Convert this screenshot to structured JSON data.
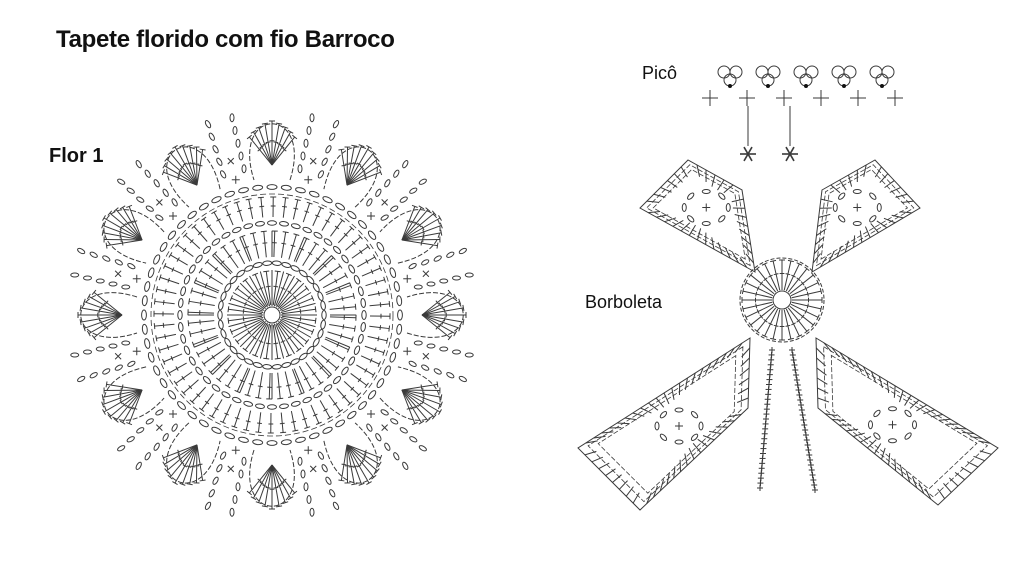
{
  "title": "Tapete florido com fio Barroco",
  "labels": {
    "flower": "Flor 1",
    "picot": "Picô",
    "butterfly": "Borboleta"
  },
  "colors": {
    "background": "#ffffff",
    "ink": "#3a3a3a",
    "text": "#111111"
  },
  "legend_symbols": [
    "picot-symbol",
    "single-crochet-symbol",
    "asterisk-symbol"
  ]
}
